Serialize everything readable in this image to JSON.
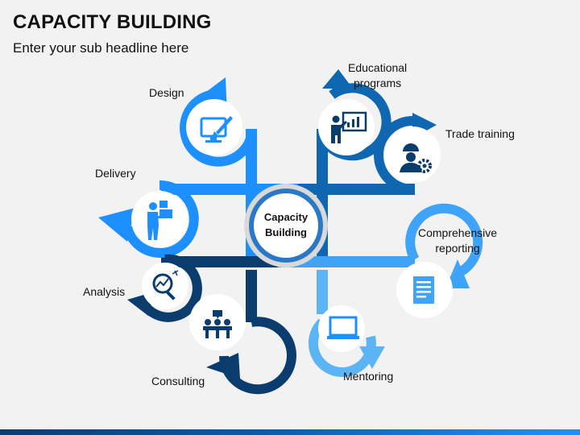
{
  "title": "CAPACITY BUILDING",
  "subtitle": "Enter your sub headline here",
  "center": {
    "line1": "Capacity",
    "line2": "Building"
  },
  "labels": {
    "design": "Design",
    "educational": "Educational\nprograms",
    "trade_training": "Trade training",
    "delivery": "Delivery",
    "comprehensive_reporting": "Comprehensive\nreporting",
    "analysis": "Analysis",
    "mentoring": "Mentoring",
    "consulting": "Consulting"
  },
  "colors": {
    "dark_navy": "#0b3c6e",
    "mid_blue": "#0f67b1",
    "bright_blue": "#1e8fff",
    "light_blue": "#3fa4f7",
    "sky_blue": "#5bb5f5"
  },
  "icons": {
    "design": "monitor-paintbrush-icon",
    "educational": "teacher-board-icon",
    "trade_training": "worker-gear-icon",
    "delivery": "person-boxes-icon",
    "comprehensive_reporting": "document-icon",
    "analysis": "magnifier-chart-icon",
    "mentoring": "laptop-icon",
    "consulting": "meeting-table-icon"
  }
}
